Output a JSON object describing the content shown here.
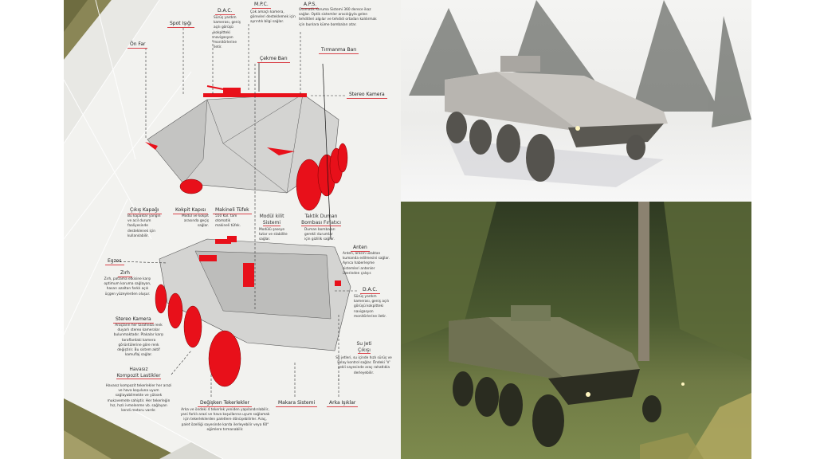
{
  "labels": {
    "on_far": {
      "title": "Ön Far"
    },
    "spot": {
      "title": "Spot Işığı"
    },
    "dac_top": {
      "title": "D.A.C.",
      "text": "Sürüş yardım kamerası, geniş açılı görüşü kokpitteki navigasyon monitörlerine iletir."
    },
    "mpc": {
      "title": "M.P.C.",
      "text": "Çok amaçlı kamera, görevleri desteklemek için ayrıntılı bilgi sağlar."
    },
    "aps": {
      "title": "A.P.S.",
      "text": "Otomatik Koruma Sistemi 360 derece ikaz sağlar. Optik sistemler aracılığıyla gelen tehditleri algılar ve tehdidi ortadan kaldırmak için bunlara küme bombaları atar."
    },
    "tirmanma": {
      "title": "Tırmanma Barı"
    },
    "cekme": {
      "title": "Çekme Barı"
    },
    "stereo_top": {
      "title": "Stereo Kamera"
    },
    "cikis": {
      "title": "Çıkış Kapağı",
      "text": "Bu kapaklar yangın ve acil durum faaliyesinde desteklenek için kullanılabilir."
    },
    "kokpit": {
      "title": "Kokpit Kapısı",
      "text": "Modül ve kokpit arasında geçiş sağlar."
    },
    "makineli": {
      "title": "Makineli Tüfek",
      "text": "550 Kal. tam otomatik makineli tüfek."
    },
    "modul": {
      "title1": "Modül kilit",
      "title2": "Sistemi",
      "text": "Modülü şaseye tutar ve stabilite sağlar."
    },
    "taktik": {
      "title1": "Taktik Duman",
      "title2": "Bombası Fırlatıcı",
      "text": "Duman bombaları gerekli durumlar için gizlilik sağlar."
    },
    "egzos": {
      "title": "Egzos"
    },
    "zirh": {
      "title": "Zırh",
      "text": "Zırh, patlama etkisine karşı optimum koruma sağlayan, hasarı azaltan farklı açılı üçgen yüzeylerden oluşur."
    },
    "anten": {
      "title": "Anten",
      "text": "Anten, aracın uzaktan kumanda edilmesini sağlar. Ayrıca haberleşme sistemleri antenler üzerinden çalışır."
    },
    "dac_bottom": {
      "title": "D.A.C.",
      "text": "Sürüş yardım kamerası, geniş açılı görüşü kokpitteki navigasyon monitörlerine iletir."
    },
    "su_jeti": {
      "title1": "Su Jeti",
      "title2": "Çıkışı",
      "text": "Su jetleri, su içinde hızlı sürüş ve kolay kontrol sağlar. Öndeki 'V' şekli sayesinde araç rahatlıkla derleyebilir."
    },
    "stereo_bottom": {
      "title": "Stereo Kamera",
      "text": "Araçların her tarafında renk duyarlı stereo kameralar bulunmaktadır. Plakalar karşı taraflardaki kamera görüntülerine göre renk değiştirir. Bu sistem aktif kamuflaj sağlar."
    },
    "lastik": {
      "title1": "Havasız",
      "title2": "Kompozit Lastikler",
      "text": "Havasız kompozit tekerlekler her arazi ve hava koşuluna uyum sağlayabilmekte ve yüksek mukavemete sahiptir. Her tekerleğin hız, hızlı ivmelenme vb. sağlayan kendi motoru vardır."
    },
    "degisken": {
      "title": "Değişken Tekerlekler",
      "text": "Arka ve öndeki 4 tekerlek yeniden yapılandırılabilir, yani farklı arazi ve hava koşullarına uyum sağlamak için tekerleklerden paletlere dönüşebilirler. Araç, palet özelliği sayesinde karda ilerleyebilir veya 60° eğimlere tırmanabilir."
    },
    "makara": {
      "title": "Makara Sistemi"
    },
    "arka": {
      "title": "Arka Işıklar"
    }
  },
  "colors": {
    "accent": "#d9434a",
    "vehicle_red": "#e8101a",
    "hull": "#d4d4d2",
    "olive": "#7d7a4a"
  }
}
